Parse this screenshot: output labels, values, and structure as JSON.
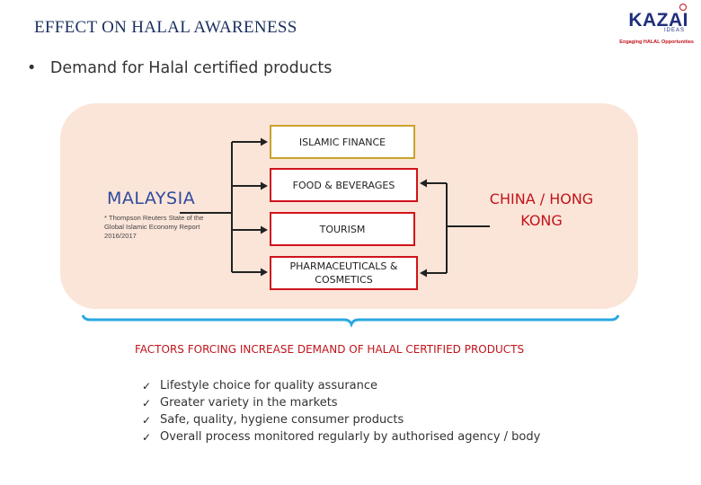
{
  "slide": {
    "title": "EFFECT ON HALAL AWARENESS",
    "bullet": "Demand for Halal certified products",
    "bullet_marker": "•"
  },
  "logo": {
    "name": "KAZAI",
    "sub": "IDEAS",
    "tagline": "Engaging HALAL Opportunities"
  },
  "diagram": {
    "source_country": "MALAYSIA",
    "footnote": "* Thompson Reuters State of the Global Islamic Economy Report 2016/2017",
    "sectors": [
      {
        "label": "ISLAMIC FINANCE",
        "style": "gold"
      },
      {
        "label": "FOOD & BEVERAGES",
        "style": "red"
      },
      {
        "label": "TOURISM",
        "style": "red"
      },
      {
        "label": "PHARMACEUTICALS & COSMETICS",
        "style": "red"
      }
    ],
    "target": "CHINA / HONG KONG",
    "colors": {
      "panel": "#fbe5d8",
      "gold_border": "#c9a22c",
      "red_border": "#d0141b",
      "brace": "#29a8e0"
    }
  },
  "factors": {
    "title": "FACTORS FORCING INCREASE DEMAND OF HALAL CERTIFIED PRODUCTS",
    "check_symbol": "✓",
    "items": [
      "Lifestyle choice for quality assurance",
      "Greater variety in the markets",
      "Safe, quality, hygiene consumer products",
      "Overall process monitored regularly by authorised agency / body"
    ]
  }
}
